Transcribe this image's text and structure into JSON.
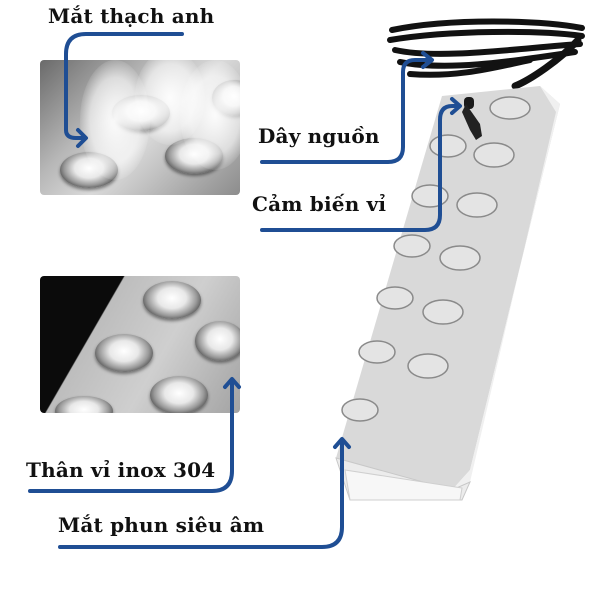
{
  "labels": {
    "quartz_eye": "Mắt thạch anh",
    "power_cord": "Dây nguồn",
    "plate_sensor": "Cảm biến vỉ",
    "stainless_body": "Thân vỉ inox 304",
    "ultrasonic_nozzle": "Mắt phun siêu âm"
  },
  "colors": {
    "arrow": "#1f4e94",
    "text": "#111111",
    "background": "#ffffff"
  },
  "product": {
    "nozzle_count": 12,
    "nozzle_rows": 2
  }
}
